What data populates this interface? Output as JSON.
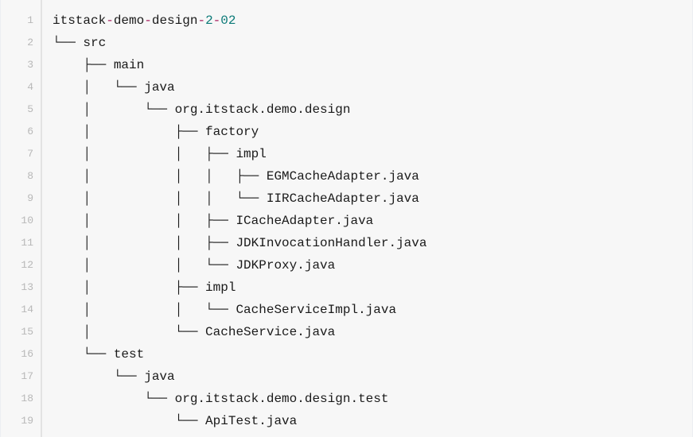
{
  "view": {
    "kind": "code-block",
    "language": "plaintext",
    "colors": {
      "background": "#f7f7f7",
      "text": "#1a1a1a",
      "gutter_text": "#b8b8b8",
      "gutter_divider": "#e3e3e3",
      "operator": "#a71d5d",
      "number": "#0c7a78"
    }
  },
  "gutter": {
    "line_numbers": [
      "1",
      "2",
      "3",
      "4",
      "5",
      "6",
      "7",
      "8",
      "9",
      "10",
      "11",
      "12",
      "13",
      "14",
      "15",
      "16",
      "17",
      "18",
      "19"
    ]
  },
  "code": {
    "lines": [
      {
        "n": "1",
        "text": "itstack-demo-design-2-02",
        "tokens": [
          {
            "t": "itstack",
            "c": "plain"
          },
          {
            "t": "-",
            "c": "op"
          },
          {
            "t": "demo",
            "c": "plain"
          },
          {
            "t": "-",
            "c": "op"
          },
          {
            "t": "design",
            "c": "plain"
          },
          {
            "t": "-",
            "c": "op"
          },
          {
            "t": "2",
            "c": "num"
          },
          {
            "t": "-",
            "c": "op"
          },
          {
            "t": "02",
            "c": "num"
          }
        ]
      },
      {
        "n": "2",
        "text": "└── src",
        "tokens": [
          {
            "t": "└── src",
            "c": "plain"
          }
        ]
      },
      {
        "n": "3",
        "text": "    ├── main",
        "tokens": [
          {
            "t": "    ├── main",
            "c": "plain"
          }
        ]
      },
      {
        "n": "4",
        "text": "    │   └── java",
        "tokens": [
          {
            "t": "    │   └── java",
            "c": "plain"
          }
        ]
      },
      {
        "n": "5",
        "text": "    │       └── org.itstack.demo.design",
        "tokens": [
          {
            "t": "    │       └── org.itstack.demo.design",
            "c": "plain"
          }
        ]
      },
      {
        "n": "6",
        "text": "    │           ├── factory",
        "tokens": [
          {
            "t": "    │           ├── factory",
            "c": "plain"
          }
        ]
      },
      {
        "n": "7",
        "text": "    │           │   ├── impl",
        "tokens": [
          {
            "t": "    │           │   ├── impl",
            "c": "plain"
          }
        ]
      },
      {
        "n": "8",
        "text": "    │           │   │   ├── EGMCacheAdapter.java",
        "tokens": [
          {
            "t": "    │           │   │   ├── EGMCacheAdapter.java",
            "c": "plain"
          }
        ]
      },
      {
        "n": "9",
        "text": "    │           │   │   └── IIRCacheAdapter.java",
        "tokens": [
          {
            "t": "    │           │   │   └── IIRCacheAdapter.java",
            "c": "plain"
          }
        ]
      },
      {
        "n": "10",
        "text": "    │           │   ├── ICacheAdapter.java",
        "tokens": [
          {
            "t": "    │           │   ├── ICacheAdapter.java",
            "c": "plain"
          }
        ]
      },
      {
        "n": "11",
        "text": "    │           │   ├── JDKInvocationHandler.java",
        "tokens": [
          {
            "t": "    │           │   ├── JDKInvocationHandler.java",
            "c": "plain"
          }
        ]
      },
      {
        "n": "12",
        "text": "    │           │   └── JDKProxy.java",
        "tokens": [
          {
            "t": "    │           │   └── JDKProxy.java",
            "c": "plain"
          }
        ]
      },
      {
        "n": "13",
        "text": "    │           ├── impl",
        "tokens": [
          {
            "t": "    │           ├── impl",
            "c": "plain"
          }
        ]
      },
      {
        "n": "14",
        "text": "    │           │   └── CacheServiceImpl.java",
        "tokens": [
          {
            "t": "    │           │   └── CacheServiceImpl.java",
            "c": "plain"
          }
        ]
      },
      {
        "n": "15",
        "text": "    │           └── CacheService.java",
        "tokens": [
          {
            "t": "    │           └── CacheService.java",
            "c": "plain"
          }
        ]
      },
      {
        "n": "16",
        "text": "    └── test",
        "tokens": [
          {
            "t": "    └── test",
            "c": "plain"
          }
        ]
      },
      {
        "n": "17",
        "text": "        └── java",
        "tokens": [
          {
            "t": "        └── java",
            "c": "plain"
          }
        ]
      },
      {
        "n": "18",
        "text": "            └── org.itstack.demo.design.test",
        "tokens": [
          {
            "t": "            └── org.itstack.demo.design.test",
            "c": "plain"
          }
        ]
      },
      {
        "n": "19",
        "text": "                └── ApiTest.java",
        "tokens": [
          {
            "t": "                └── ApiTest.java",
            "c": "plain"
          }
        ]
      }
    ]
  }
}
